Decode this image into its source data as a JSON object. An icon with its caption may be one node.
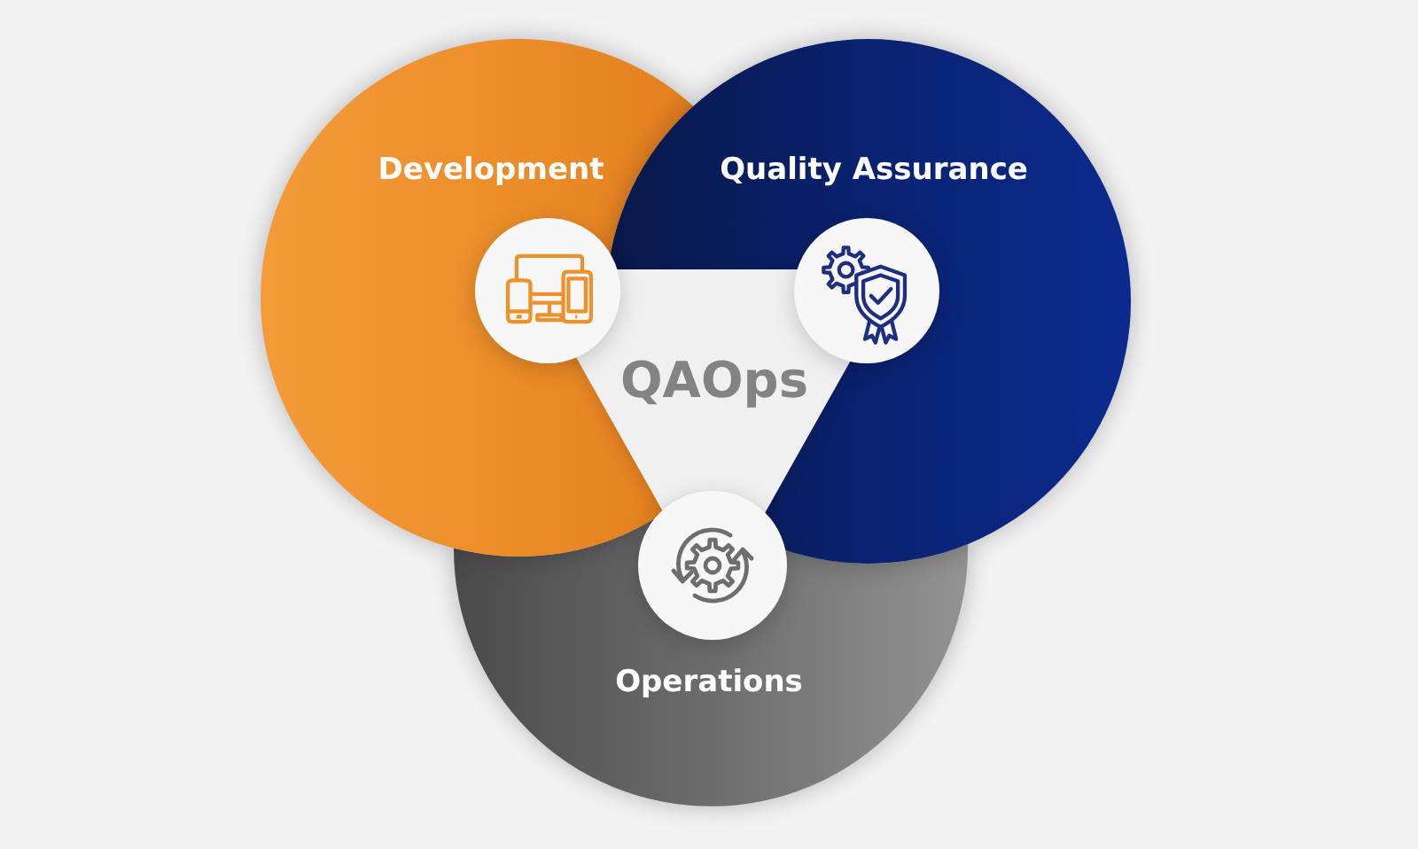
{
  "diagram": {
    "nodes": [
      {
        "text": [
          "Development"
        ]
      },
      {
        "text": [
          "Quality Assurance"
        ]
      },
      {
        "text": [
          "QAOps"
        ]
      },
      {
        "text": [
          "Operations"
        ]
      }
    ]
  }
}
